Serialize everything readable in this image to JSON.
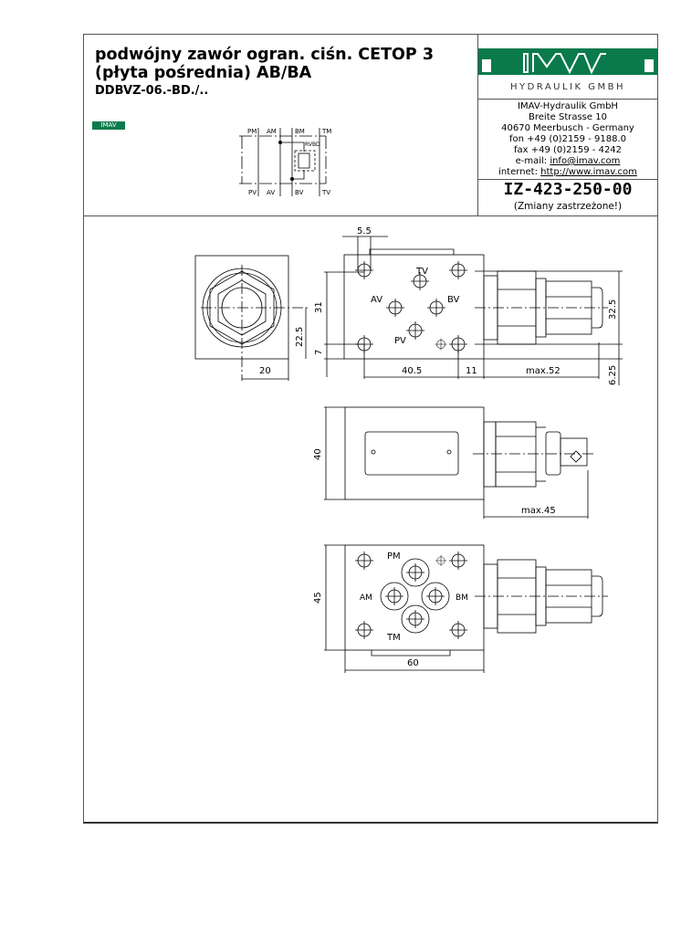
{
  "header": {
    "title_line1": "podwójny zawór ogran. ciśn. CETOP 3",
    "title_line2": "(płyta pośrednia) AB/BA",
    "model_code": "DDBVZ-06.-BD./..",
    "small_logo_text": "IMAV"
  },
  "company": {
    "logo_text": "IMAV",
    "logo_subtitle": "HYDRAULIK GMBH",
    "name": "IMAV-Hydraulik GmbH",
    "street": "Breite Strasse 10",
    "city": "40670 Meerbusch - Germany",
    "phone": "fon +49 (0)2159 - 9188.0",
    "fax": "fax +49 (0)2159 - 4242",
    "email_label": "e-mail: ",
    "email": "info@imav.com",
    "web_label": "internet: ",
    "web": "http://www.imav.com",
    "brand_color": "#0b7a4b"
  },
  "document": {
    "number": "IZ-423-250-00",
    "note": "(Zmiany zastrzeżone!)"
  },
  "schematic": {
    "top_ports": [
      "PM",
      "AM",
      "BM",
      "TM"
    ],
    "bottom_ports": [
      "PV",
      "AV",
      "BV",
      "TV"
    ],
    "valve_label": "RVBD"
  },
  "drawing_front": {
    "ports": {
      "tv": "TV",
      "av": "AV",
      "bv": "BV",
      "pv": "PV"
    },
    "dims": {
      "d5_5": "5.5",
      "d31": "31",
      "d7": "7",
      "d22_5": "22.5",
      "d20": "20",
      "d40_5": "40.5",
      "d11": "11",
      "dmax52": "max.52",
      "d32_5": "32.5",
      "d6_25": "6.25"
    }
  },
  "drawing_top": {
    "dims": {
      "d40": "40",
      "dmax45": "max.45"
    }
  },
  "drawing_bottom": {
    "ports": {
      "pm": "PM",
      "am": "AM",
      "bm": "BM",
      "tm": "TM"
    },
    "dims": {
      "d45": "45",
      "d60": "60"
    }
  }
}
